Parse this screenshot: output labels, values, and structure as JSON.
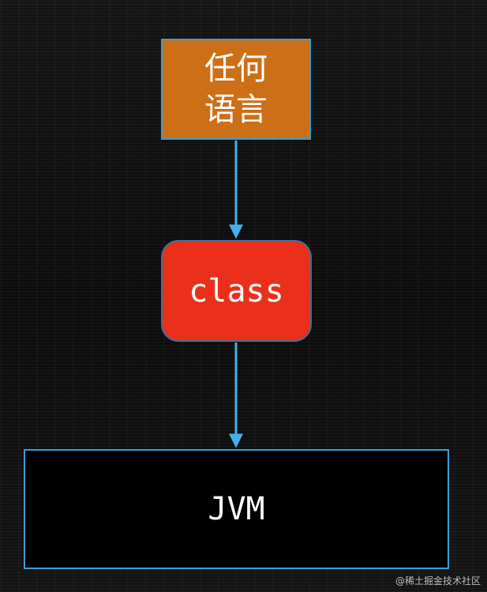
{
  "diagram": {
    "nodes": {
      "language": {
        "label": "任何语言",
        "fill": "#cd6f16",
        "border": "#3c9dd6"
      },
      "class": {
        "label": "class",
        "fill": "#ea301b",
        "border": "#3f6f97"
      },
      "jvm": {
        "label": "JVM",
        "fill": "#000000",
        "border": "#3c9dd6"
      }
    },
    "edges": [
      {
        "from": "language",
        "to": "class",
        "color": "#43b0ec"
      },
      {
        "from": "class",
        "to": "jvm",
        "color": "#43b0ec"
      }
    ],
    "background": "#111111"
  },
  "watermark": "@稀土掘金技术社区"
}
